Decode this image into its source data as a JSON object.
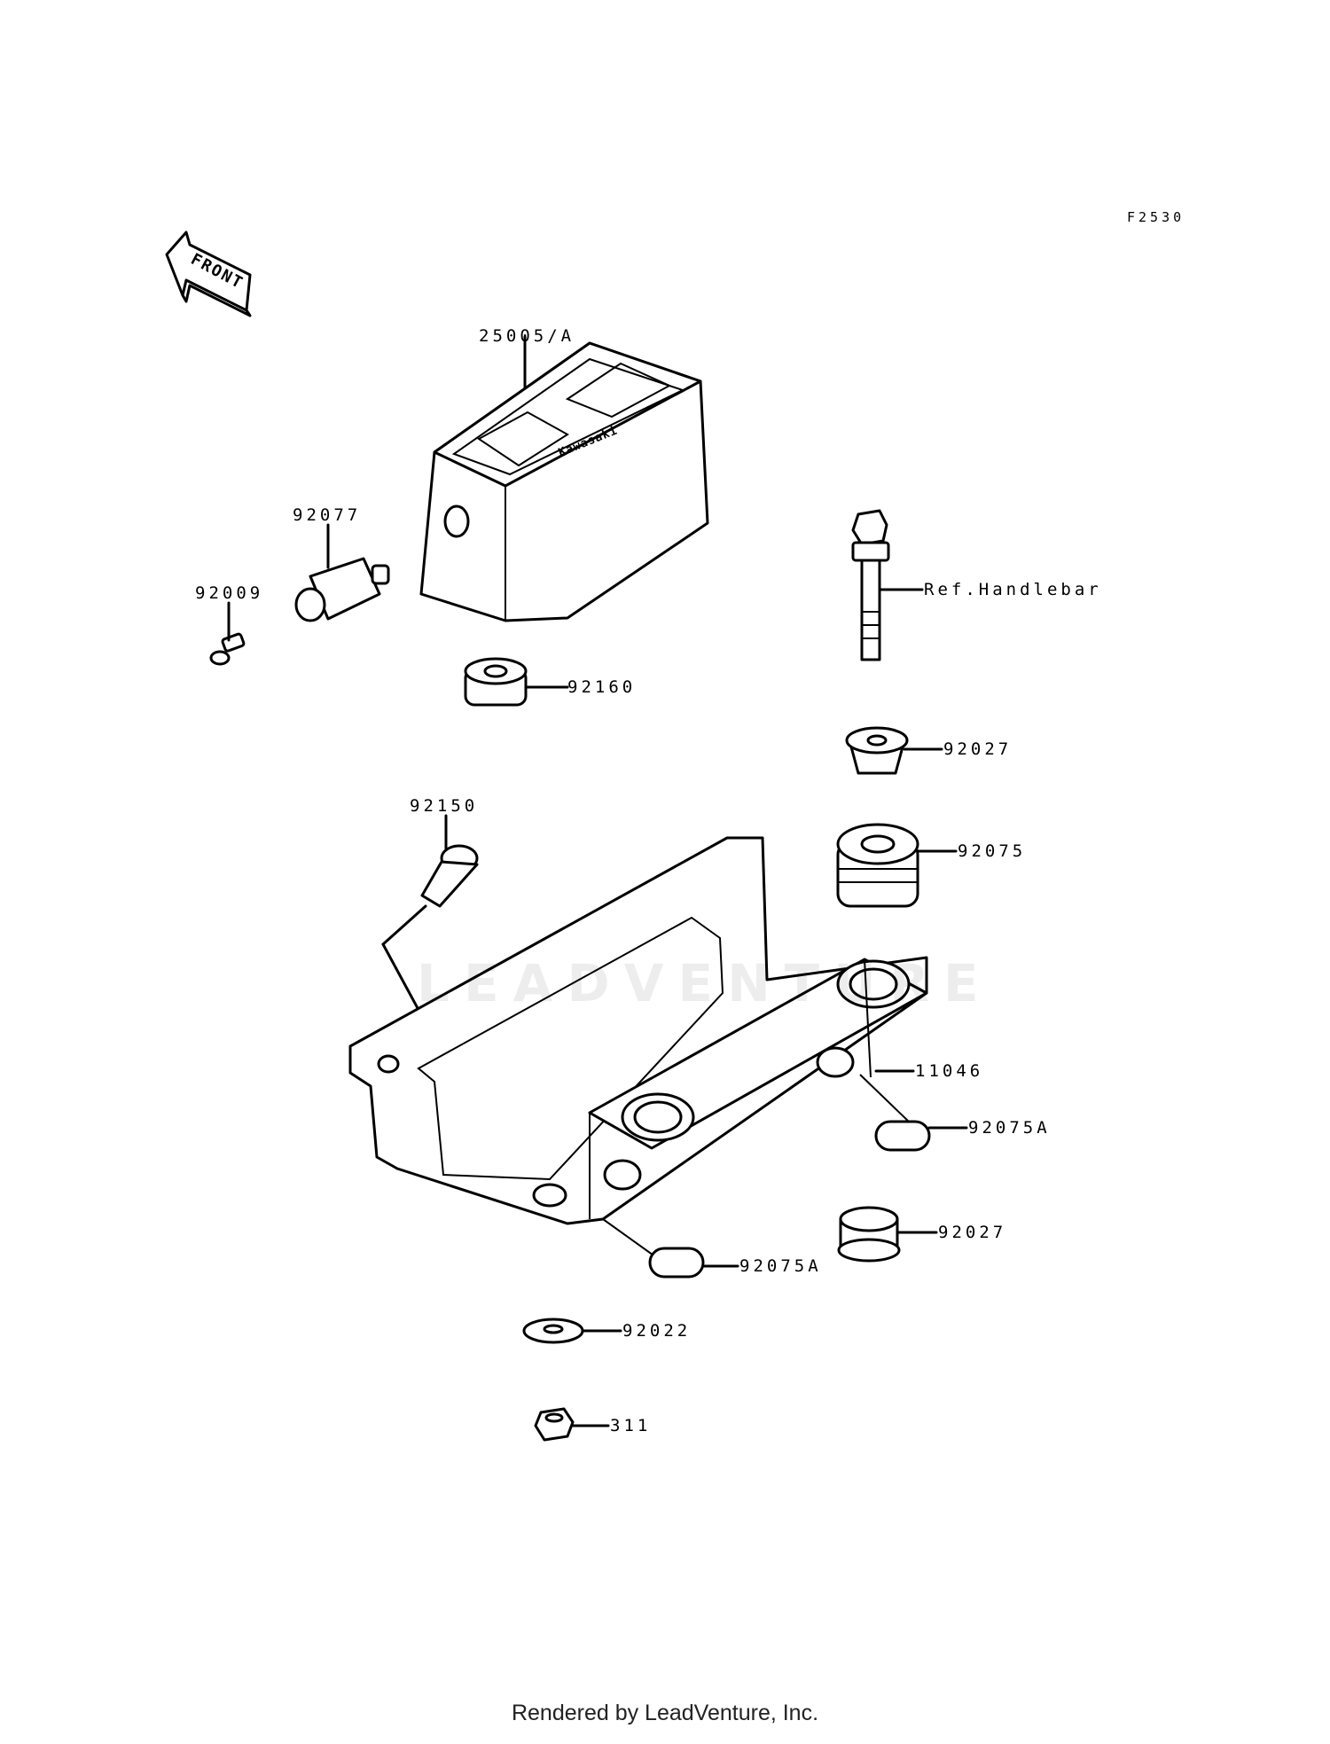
{
  "figure_code": "F2530",
  "front_label": "FRONT",
  "brand_text": "Kawasaki",
  "watermark": "LEADVENTURE",
  "footer": "Rendered by LeadVenture, Inc.",
  "parts": [
    {
      "id": "25005/A"
    },
    {
      "id": "92077"
    },
    {
      "id": "92009"
    },
    {
      "id": "92160"
    },
    {
      "id": "Ref.Handlebar"
    },
    {
      "id": "92027"
    },
    {
      "id": "92075"
    },
    {
      "id": "92150"
    },
    {
      "id": "11046"
    },
    {
      "id": "92075A"
    },
    {
      "id": "92027"
    },
    {
      "id": "92075A"
    },
    {
      "id": "92022"
    },
    {
      "id": "311"
    }
  ]
}
